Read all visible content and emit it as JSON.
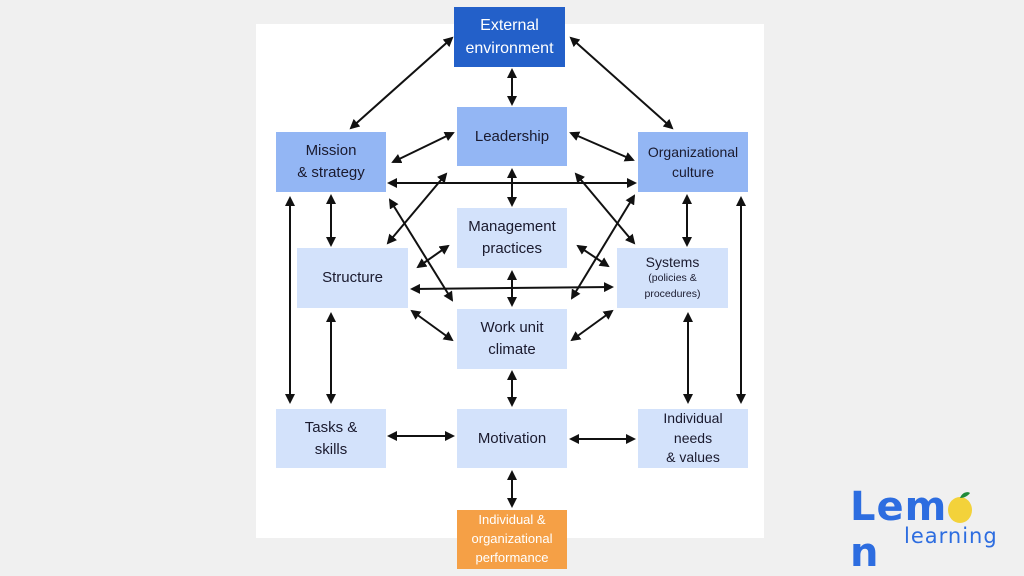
{
  "diagram": {
    "nodes": {
      "external": "External\nenvironment",
      "leadership": "Leadership",
      "mission": "Mission\n& strategy",
      "culture": "Organizational\nculture",
      "management": "Management\npractices",
      "structure": "Structure",
      "systems_title": "Systems",
      "systems_sub": "(policies &\nprocedures)",
      "climate": "Work unit\nclimate",
      "tasks": "Tasks &\nskills",
      "motivation": "Motivation",
      "needs": "Individual\nneeds\n& values",
      "performance": "Individual &\norganizational\nperformance"
    }
  },
  "logo": {
    "word": "Lemon",
    "sub": "learning",
    "colors": {
      "blue": "#2d6de0",
      "lemon": "#f3d23a",
      "leaf": "#1f8a3a"
    }
  },
  "colors": {
    "dark_box": "#2360c9",
    "mid_box": "#93b6f4",
    "light_box": "#d3e2fb",
    "orange_box": "#f5a046",
    "arrow": "#111111"
  }
}
